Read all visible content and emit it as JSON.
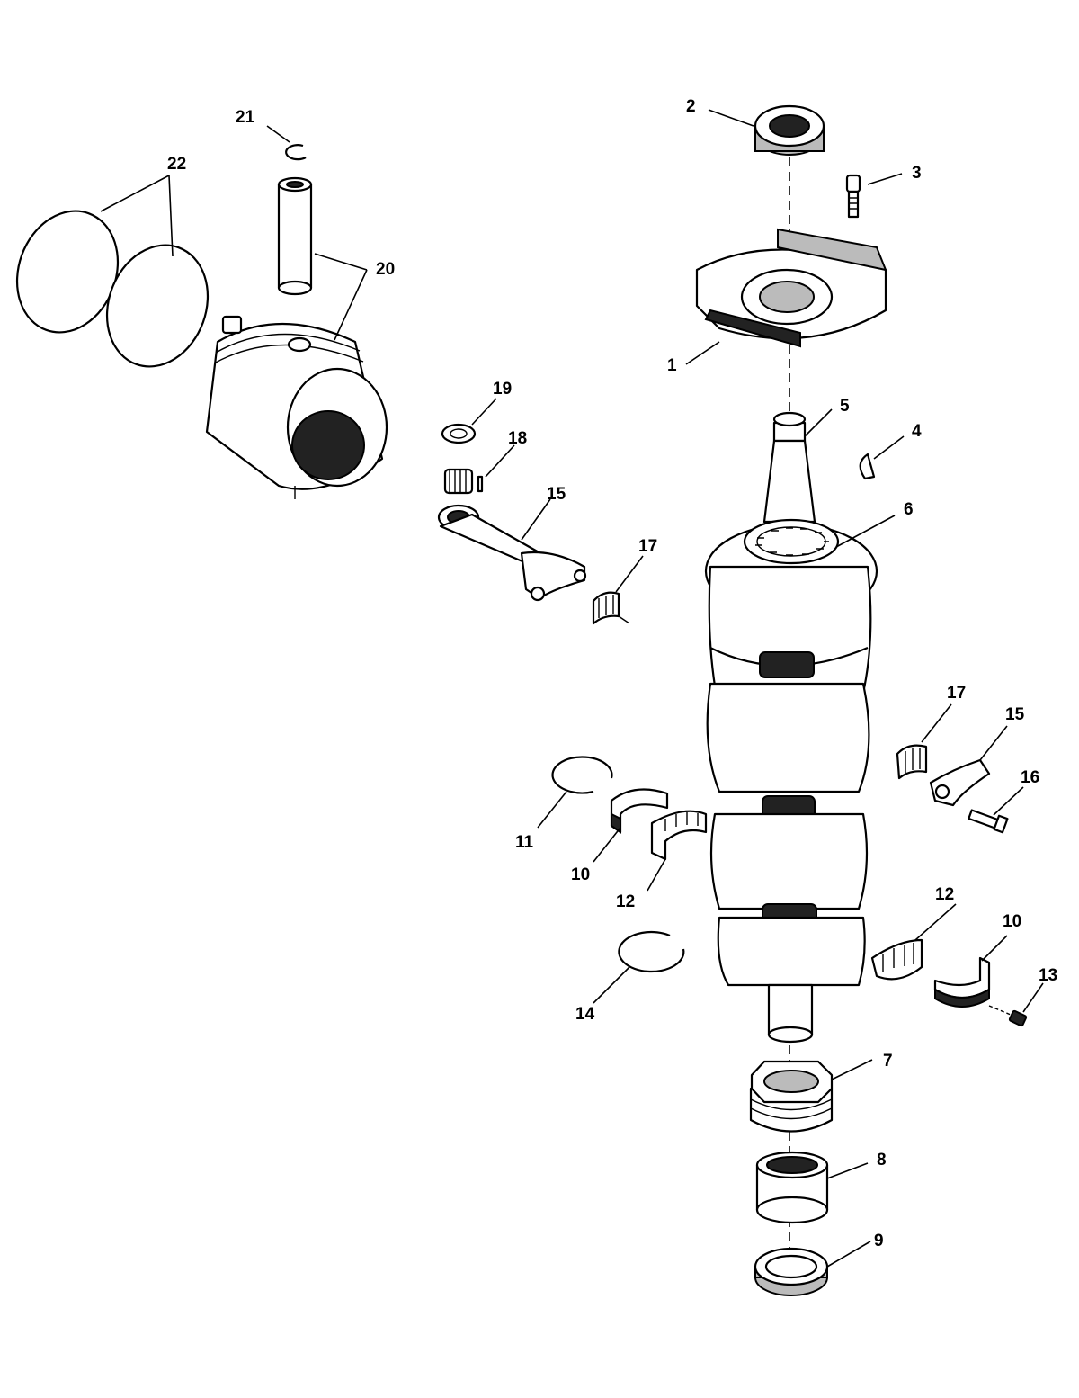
{
  "callouts": {
    "c1": "1",
    "c2": "2",
    "c3": "3",
    "c4": "4",
    "c5": "5",
    "c6": "6",
    "c7": "7",
    "c8": "8",
    "c9": "9",
    "c10a": "10",
    "c10b": "10",
    "c11": "11",
    "c12a": "12",
    "c12b": "12",
    "c13": "13",
    "c14": "14",
    "c15a": "15",
    "c15b": "15",
    "c16": "16",
    "c17a": "17",
    "c17b": "17",
    "c18": "18",
    "c19": "19",
    "c20": "20",
    "c21": "21",
    "c22": "22"
  }
}
